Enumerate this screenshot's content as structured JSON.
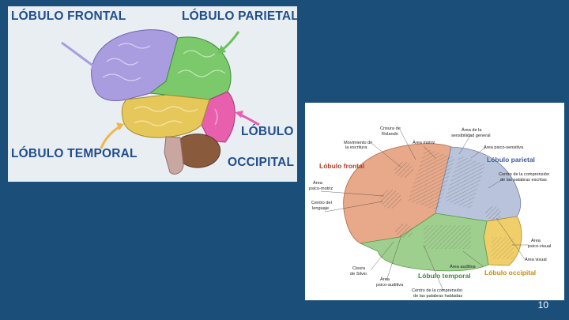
{
  "left_panel": {
    "labels": {
      "frontal": "LÓBULO FRONTAL",
      "parietal": "LÓBULO PARIETAL",
      "temporal": "LÓBULO TEMPORAL",
      "occipital_1": "LÓBULO",
      "occipital_2": "OCCIPITAL"
    },
    "colors": {
      "frontal": "#a99de0",
      "parietal": "#7bc96a",
      "temporal": "#e6c85a",
      "occipital": "#e85fae",
      "cerebellum": "#8a5a3c",
      "brainstem": "#c9a7a0",
      "label_text": "#1f4e8c"
    }
  },
  "right_panel": {
    "lobes": {
      "frontal": "Lóbulo frontal",
      "parietal": "Lóbulo parietal",
      "temporal": "Lóbulo temporal",
      "occipital": "Lóbulo occipital"
    },
    "annotations": {
      "crisura": "Crisura de",
      "rolando": "Rolando",
      "movimiento_1": "Movimiento de",
      "movimiento_2": "la escritura",
      "area_motriz": "Área motriz",
      "area_sens_1": "Área de la",
      "area_sens_2": "sensibilidad general",
      "psico_sensitiva": "Área psico-sensitiva",
      "comp_escritas_1": "Centro de la comprensión",
      "comp_escritas_2": "de las palabras escritas",
      "psico_motriz_1": "Área",
      "psico_motriz_2": "psico-motriz",
      "lenguaje_1": "Centro del",
      "lenguaje_2": "lenguaje",
      "psico_visual_1": "Área",
      "psico_visual_2": "psico-visual",
      "area_visual": "Área visual",
      "area_auditiva": "Área auditiva",
      "silvio_1": "Cisura",
      "silvio_2": "de Silvio",
      "psico_auditiva_1": "Área",
      "psico_auditiva_2": "psico-auditiva",
      "comp_habladas_1": "Centro de la comprensión",
      "comp_habladas_2": "de las palabras habladas"
    },
    "colors": {
      "frontal": "#e8a98a",
      "parietal": "#b9c4dc",
      "temporal": "#9fcf8e",
      "occipital": "#f0cf6a",
      "frontal_text": "#b23a2a",
      "parietal_text": "#3b5c9e",
      "temporal_text": "#3c8a3a",
      "occipital_text": "#c98a10"
    }
  },
  "page_number": "10"
}
